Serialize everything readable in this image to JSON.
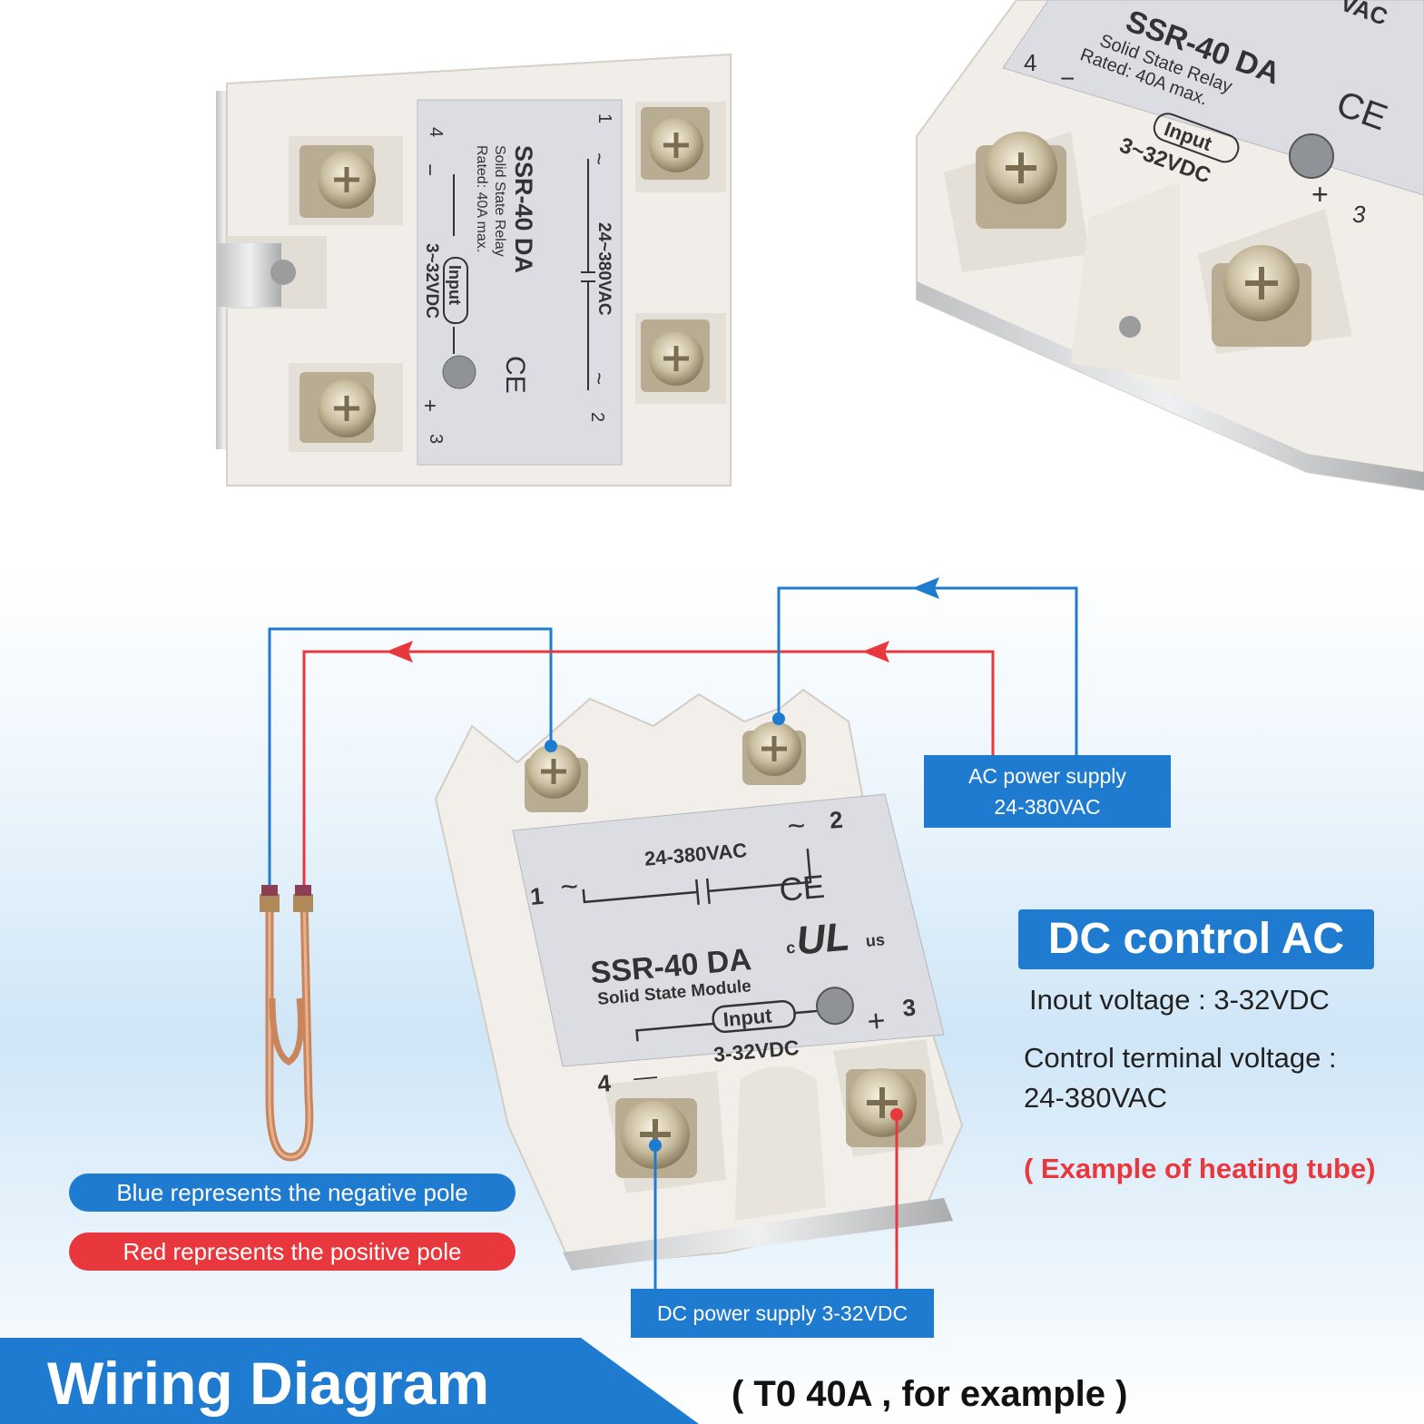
{
  "relay_top_left": {
    "model": "SSR-40 DA",
    "desc": "Solid State Relay",
    "rated": "Rated: 40A max.",
    "load_voltage": "24~380VAC",
    "input_label": "Input",
    "input_voltage": "3~32VDC",
    "t1": "1",
    "t2": "2",
    "t3": "3",
    "t4": "4",
    "tilde": "~",
    "plus": "+",
    "minus": "−",
    "ce": "CE"
  },
  "relay_top_right": {
    "model": "SSR-40 DA",
    "desc": "Solid State Relay",
    "rated": "Rated: 40A max.",
    "load_voltage_partial": "VAC",
    "input_label": "Input",
    "input_voltage": "3~32VDC",
    "t3": "3",
    "t4": "4",
    "plus": "+",
    "minus": "−",
    "ce": "CE"
  },
  "relay_main": {
    "model": "SSR-40 DA",
    "desc": "Solid State Module",
    "load_voltage": "24-380VAC",
    "input_label": "Input",
    "input_voltage": "3-32VDC",
    "t1": "1",
    "t2": "2",
    "t3": "3",
    "t4": "4",
    "tilde": "~",
    "plus": "+",
    "minus": "—",
    "ce": "CE",
    "ul": "UL",
    "ul_c": "c",
    "ul_us": "us"
  },
  "callouts": {
    "ac_line1": "AC power supply",
    "ac_line2": "24-380VAC",
    "dc": "DC power supply 3-32VDC"
  },
  "specs": {
    "title": "DC control AC",
    "input_voltage": "Inout voltage : 3-32VDC",
    "control_label": "Control terminal voltage :",
    "control_value": "24-380VAC",
    "example": "( Example of heating tube)"
  },
  "legend": {
    "blue": "Blue represents the negative pole",
    "red": "Red represents the positive pole"
  },
  "footer": {
    "title": "Wiring Diagram",
    "note": "( T0 40A , for example )"
  },
  "colors": {
    "blue": "#1f7bd0",
    "red": "#e8383d",
    "housing": "#f1ede8",
    "label": "#dcdde2"
  }
}
